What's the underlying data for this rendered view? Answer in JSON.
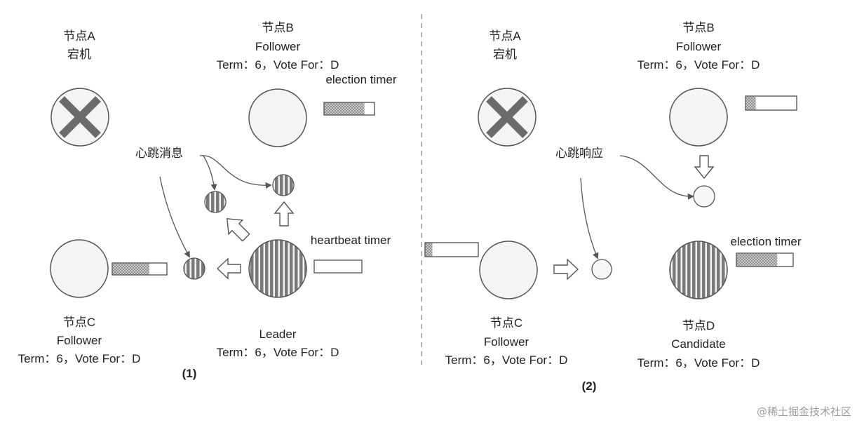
{
  "panel1": {
    "node_a": {
      "name": "节点A",
      "state": "宕机"
    },
    "node_b": {
      "name": "节点B",
      "role": "Follower",
      "term": "Term：6，Vote For：D"
    },
    "node_c": {
      "name": "节点C",
      "role": "Follower",
      "term": "Term：6，Vote For：D"
    },
    "leader": {
      "role": "Leader",
      "term": "Term：6，Vote For：D"
    },
    "election_timer_label": "election timer",
    "heartbeat_timer_label": "heartbeat timer",
    "heartbeat_msg_label": "心跳消息",
    "caption": "(1)"
  },
  "panel2": {
    "node_a": {
      "name": "节点A",
      "state": "宕机"
    },
    "node_b": {
      "name": "节点B",
      "role": "Follower",
      "term": "Term：6，Vote For：D"
    },
    "node_c": {
      "name": "节点C",
      "role": "Follower",
      "term": "Term：6，Vote For：D"
    },
    "node_d": {
      "name": "节点D",
      "role": "Candidate",
      "term": "Term：6，Vote For：D"
    },
    "election_timer_label": "election timer",
    "heartbeat_resp_label": "心跳响应",
    "caption": "(2)"
  },
  "watermark": "@稀土掘金技术社区",
  "timers": {
    "p1_node_b": 0.8,
    "p1_node_c": 0.68,
    "p1_heartbeat": 0.0,
    "p2_node_b": 0.2,
    "p2_node_c": 0.14,
    "p2_node_d": 0.72
  },
  "colors": {
    "dead_x": "#6b6b6b",
    "node_fill": "#f4f4f4",
    "stroke": "#555555",
    "stripe_dark": "#7a7a7a",
    "dashed_divider": "#9a9a9a"
  }
}
